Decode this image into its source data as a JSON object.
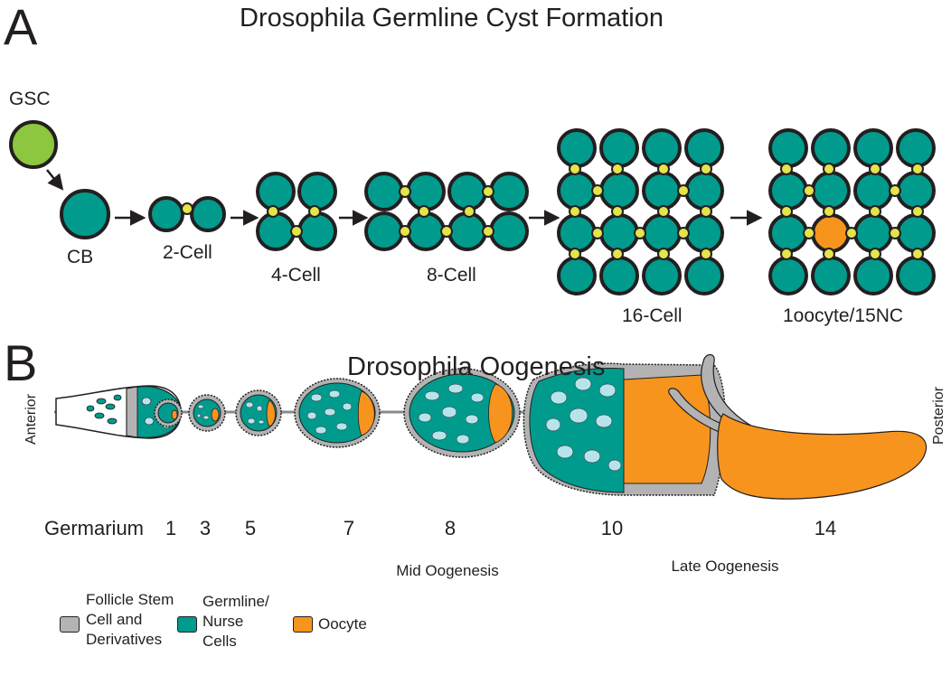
{
  "panel_a": {
    "letter": "A",
    "title": "Drosophila Germline Cyst Formation",
    "labels": {
      "gsc": "GSC",
      "cb": "CB",
      "two_cell": "2-Cell",
      "four_cell": "4-Cell",
      "eight_cell": "8-Cell",
      "sixteen_cell": "16-Cell",
      "oocyte_nc": "1oocyte/15NC"
    }
  },
  "panel_b": {
    "letter": "B",
    "title": "Drosophila Oogenesis",
    "anterior": "Anterior",
    "posterior": "Posterior",
    "stages": [
      "Germarium",
      "1",
      "3",
      "5",
      "7",
      "8",
      "10",
      "14"
    ],
    "mid": "Mid Oogenesis",
    "late": "Late Oogenesis"
  },
  "legend": {
    "follicle": "Follicle Stem Cell and Derivatives",
    "germline": "Germline/ Nurse Cells",
    "oocyte": "Oocyte"
  },
  "colors": {
    "gsc": "#8dc63f",
    "nurse": "#009b8d",
    "ring_canal": "#e4e44b",
    "oocyte": "#f7941d",
    "follicle": "#b3b3b3",
    "nucleus": "#b7e3ea",
    "outline": "#231f20"
  }
}
